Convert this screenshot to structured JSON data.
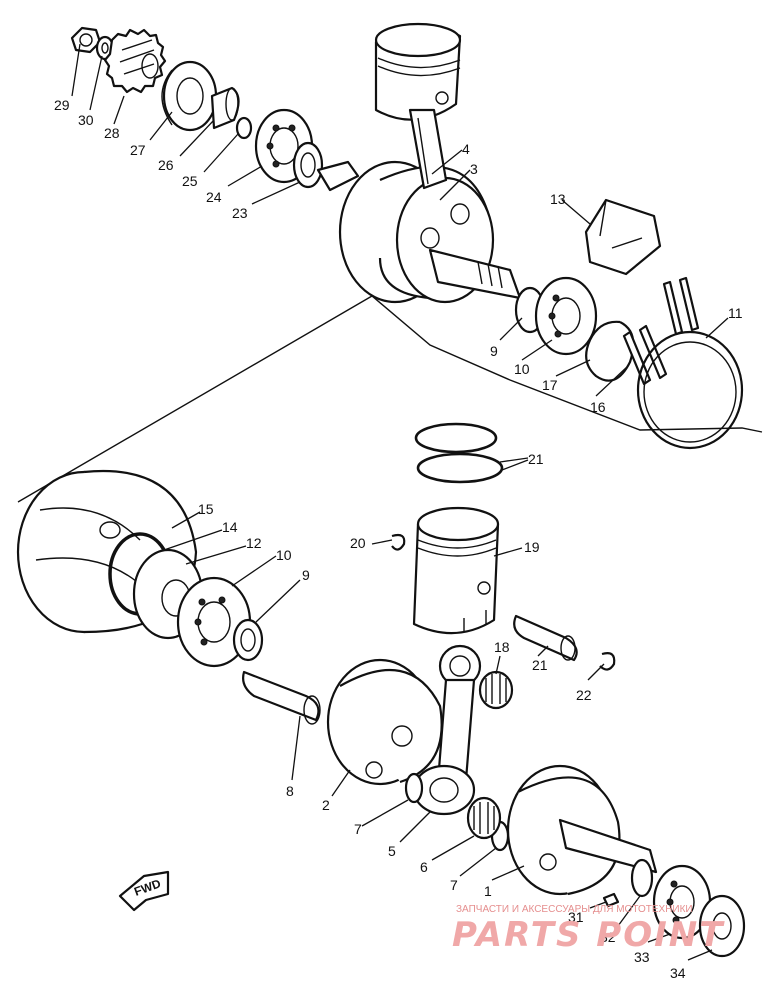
{
  "labels": [
    {
      "id": "1",
      "text": "1"
    },
    {
      "id": "2",
      "text": "2"
    },
    {
      "id": "3",
      "text": "3"
    },
    {
      "id": "4",
      "text": "4"
    },
    {
      "id": "5",
      "text": "5"
    },
    {
      "id": "6",
      "text": "6"
    },
    {
      "id": "7a",
      "text": "7"
    },
    {
      "id": "7b",
      "text": "7"
    },
    {
      "id": "8",
      "text": "8"
    },
    {
      "id": "9a",
      "text": "9"
    },
    {
      "id": "9b",
      "text": "9"
    },
    {
      "id": "10a",
      "text": "10"
    },
    {
      "id": "10b",
      "text": "10"
    },
    {
      "id": "11",
      "text": "11"
    },
    {
      "id": "12",
      "text": "12"
    },
    {
      "id": "13",
      "text": "13"
    },
    {
      "id": "14",
      "text": "14"
    },
    {
      "id": "15",
      "text": "15"
    },
    {
      "id": "16",
      "text": "16"
    },
    {
      "id": "17",
      "text": "17"
    },
    {
      "id": "18",
      "text": "18"
    },
    {
      "id": "19",
      "text": "19"
    },
    {
      "id": "20",
      "text": "20"
    },
    {
      "id": "21a",
      "text": "21"
    },
    {
      "id": "21b",
      "text": "21"
    },
    {
      "id": "22",
      "text": "22"
    },
    {
      "id": "23",
      "text": "23"
    },
    {
      "id": "24",
      "text": "24"
    },
    {
      "id": "25",
      "text": "25"
    },
    {
      "id": "26",
      "text": "26"
    },
    {
      "id": "27",
      "text": "27"
    },
    {
      "id": "28",
      "text": "28"
    },
    {
      "id": "29",
      "text": "29"
    },
    {
      "id": "30",
      "text": "30"
    },
    {
      "id": "31",
      "text": "31"
    },
    {
      "id": "32",
      "text": "32"
    },
    {
      "id": "33",
      "text": "33"
    },
    {
      "id": "34",
      "text": "34"
    }
  ],
  "fwd": {
    "text": "FWD"
  },
  "watermark": {
    "line": "ЗАПЧАСТИ И АКСЕССУАРЫ ДЛЯ МОТОТЕХНИКИ",
    "brand": "PARTS POINT"
  }
}
